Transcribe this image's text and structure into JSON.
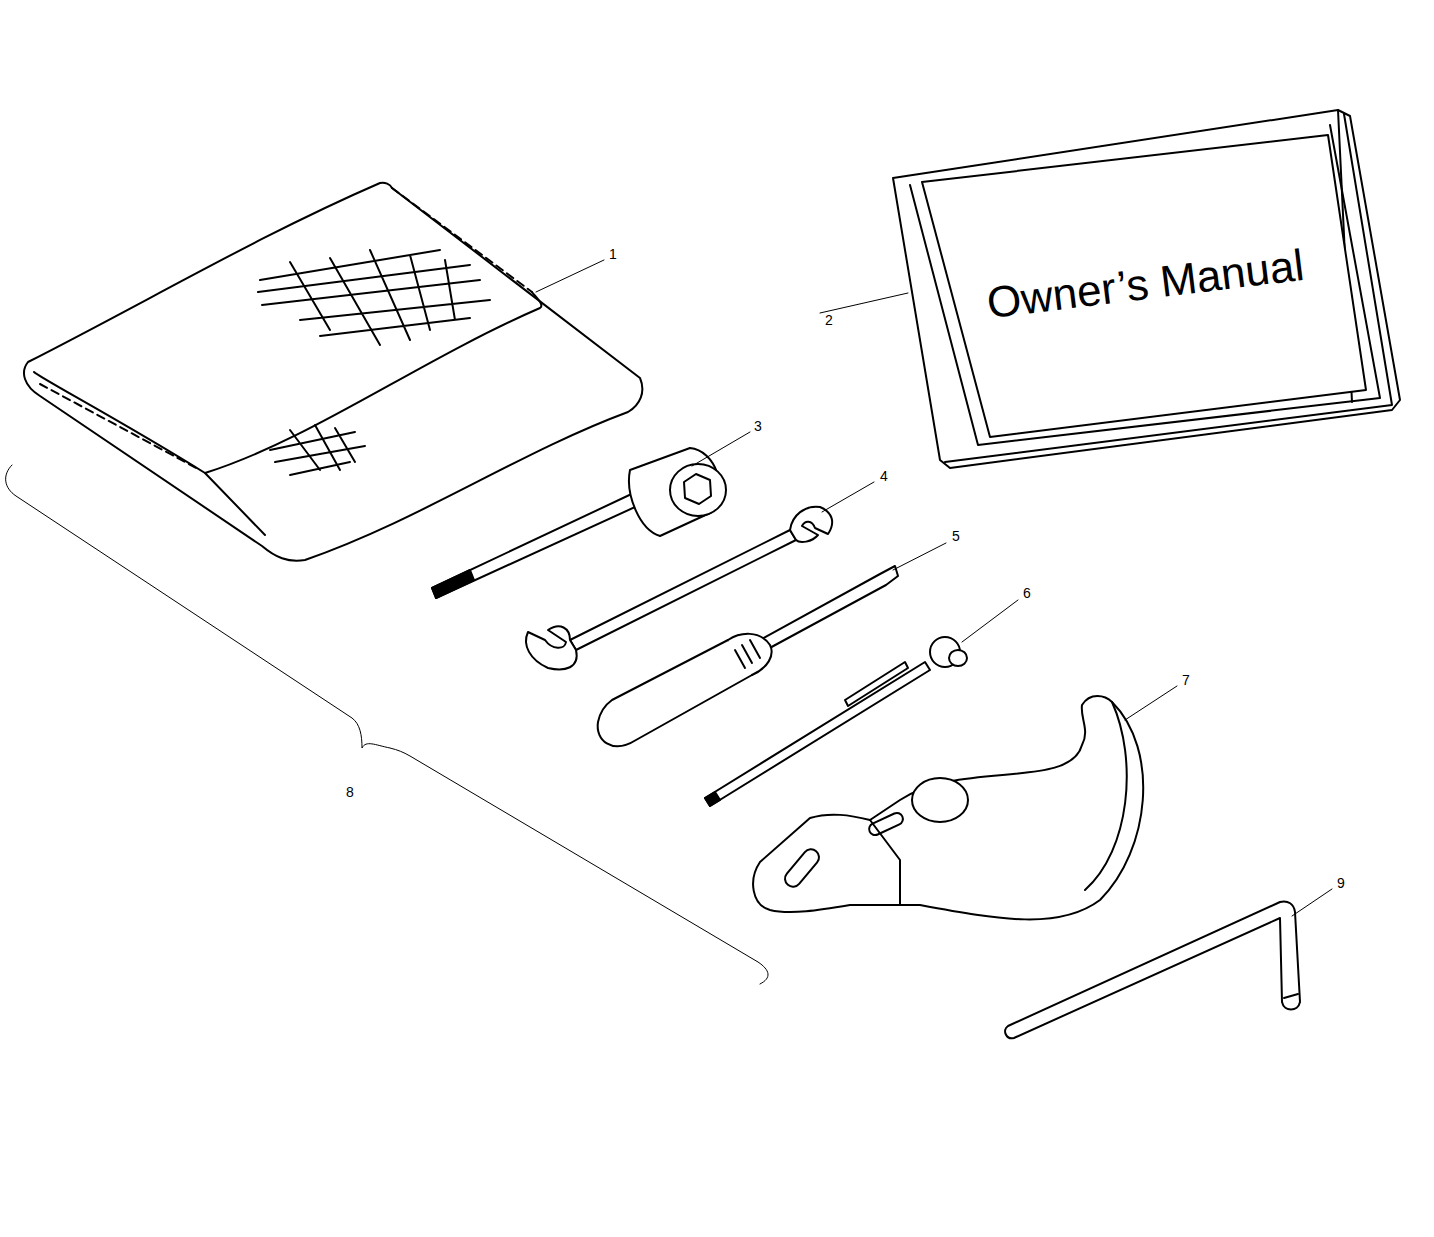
{
  "diagram": {
    "nodes": [
      {
        "text": [
          "Owner’s Manual"
        ]
      }
    ],
    "labels": [
      "1",
      "2",
      "3",
      "4",
      "5",
      "6",
      "7",
      "8",
      "9"
    ]
  }
}
